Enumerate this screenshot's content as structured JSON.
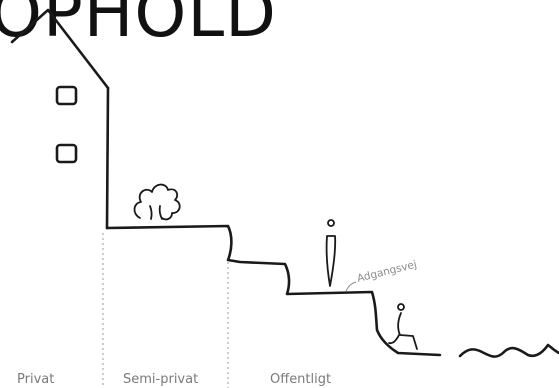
{
  "heading": "OPHOLD",
  "zones": [
    {
      "label": "Privat"
    },
    {
      "label": "Semi-privat"
    },
    {
      "label": "Offentligt"
    }
  ],
  "annotation": "Adgangsvej",
  "colors": {
    "ink": "#1a1a1a",
    "label": "#7a7a7a",
    "annotation": "#8a8a8a",
    "divider": "#9a9a9a",
    "background": "#ffffff"
  }
}
